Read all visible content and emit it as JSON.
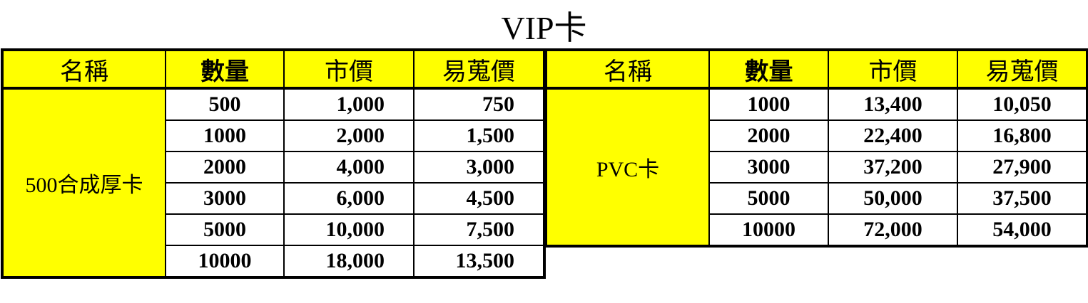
{
  "title": "VIP卡",
  "headers": [
    "名稱",
    "數量",
    "市價",
    "易蒐價"
  ],
  "tables": [
    {
      "name": "500合成厚卡",
      "rows": [
        [
          "500",
          "1,000",
          "750"
        ],
        [
          "1000",
          "2,000",
          "1,500"
        ],
        [
          "2000",
          "4,000",
          "3,000"
        ],
        [
          "3000",
          "6,000",
          "4,500"
        ],
        [
          "5000",
          "10,000",
          "7,500"
        ],
        [
          "10000",
          "18,000",
          "13,500"
        ]
      ]
    },
    {
      "name": "PVC卡",
      "rows": [
        [
          "1000",
          "13,400",
          "10,050"
        ],
        [
          "2000",
          "22,400",
          "16,800"
        ],
        [
          "3000",
          "37,200",
          "27,900"
        ],
        [
          "5000",
          "50,000",
          "37,500"
        ],
        [
          "10000",
          "72,000",
          "54,000"
        ]
      ]
    }
  ],
  "colors": {
    "header_bg": "#ffff00",
    "name_bg": "#ffff00",
    "border": "#000000"
  }
}
